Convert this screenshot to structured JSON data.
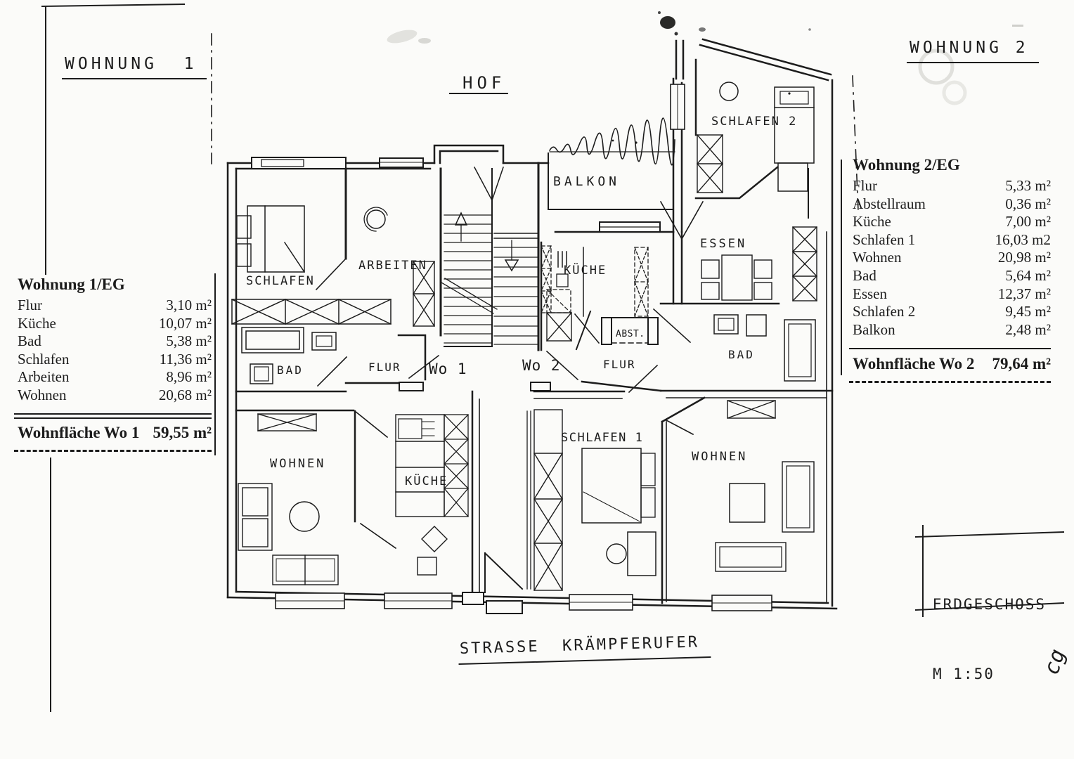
{
  "colors": {
    "ink": "#1c1c1c",
    "paper": "#fbfbf9"
  },
  "headings": {
    "w1": "WOHNUNG  1",
    "w2": "WOHNUNG 2"
  },
  "area_tables": {
    "w1": {
      "title": "Wohnung 1/EG",
      "rows": [
        {
          "label": "Flur",
          "value": "3,10 m²"
        },
        {
          "label": "Küche",
          "value": "10,07 m²"
        },
        {
          "label": "Bad",
          "value": "5,38 m²"
        },
        {
          "label": "Schlafen",
          "value": "11,36 m²"
        },
        {
          "label": "Arbeiten",
          "value": "8,96 m²"
        },
        {
          "label": "Wohnen",
          "value": "20,68 m²"
        }
      ],
      "total_label": "Wohnfläche Wo 1",
      "total_value": "59,55 m²"
    },
    "w2": {
      "title": "Wohnung 2/EG",
      "rows": [
        {
          "label": "Flur",
          "value": "5,33 m²"
        },
        {
          "label": "Abstellraum",
          "value": "0,36 m²"
        },
        {
          "label": "Küche",
          "value": "7,00 m²"
        },
        {
          "label": "Schlafen 1",
          "value": "16,03 m2"
        },
        {
          "label": "Wohnen",
          "value": "20,98 m²"
        },
        {
          "label": "Bad",
          "value": "5,64 m²"
        },
        {
          "label": "Essen",
          "value": "12,37 m²"
        },
        {
          "label": "Schlafen 2",
          "value": "9,45 m²"
        },
        {
          "label": "Balkon",
          "value": "2,48 m²"
        }
      ],
      "total_label": "Wohnfläche  Wo 2",
      "total_value": "79,64 m²"
    }
  },
  "plan": {
    "hof": "HOF",
    "balkon": "BALKON",
    "schlafen2": "SCHLAFEN 2",
    "essen": "ESSEN",
    "schlafen_w1": "SCHLAFEN",
    "arbeiten": "ARBEITEN",
    "kueche_w2": "KÜCHE",
    "abst": "ABST.",
    "bad_w2": "BAD",
    "flur_w2": "FLUR",
    "wo1": "Wo 1",
    "wo2": "Wo 2",
    "flur_w1": "FLUR",
    "bad_w1": "BAD",
    "wohnen_w1": "WOHNEN",
    "kueche_w1": "KÜCHE",
    "schlafen1": "SCHLAFEN 1",
    "wohnen_w2": "WOHNEN",
    "strasse": "STRASSE  KRÄMPFERUFER"
  },
  "titleblock": {
    "floor": "ERDGESCHOSS",
    "scale": "M 1:50"
  },
  "signature": "cg"
}
